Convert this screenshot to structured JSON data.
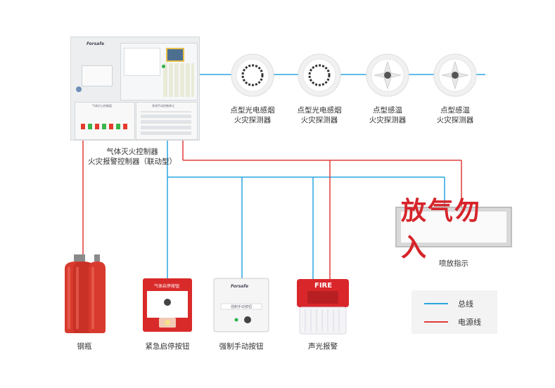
{
  "controller": {
    "label_line1": "气体灭火控制器",
    "label_line2": "火灾报警控制器（联动型）",
    "brand": "Forsafe",
    "zone_title_left": "气体灭火控制盘",
    "zone_title_right": "多线手动控制单元"
  },
  "detectors": [
    {
      "line1": "点型光电感烟",
      "line2": "火灾探测器"
    },
    {
      "line1": "点型光电感烟",
      "line2": "火灾探测器"
    },
    {
      "line1": "点型感温",
      "line2": "火灾探测器"
    },
    {
      "line1": "点型感温",
      "line2": "火灾探测器"
    }
  ],
  "sign": {
    "text": "放气勿入",
    "label": "喷放指示"
  },
  "devices": {
    "cylinders": "钢瓶",
    "emergency_button": {
      "label": "紧急启停按钮",
      "plate": "气体启停按钮"
    },
    "manual_button": {
      "label": "强制手动按钮",
      "brand": "Forsafe",
      "plate": "强制手动按钮"
    },
    "alarm": {
      "label": "声光报警",
      "plate": "FIRE"
    }
  },
  "legend": {
    "bus": {
      "label": "总线",
      "color": "#2aa6df"
    },
    "power": {
      "label": "电源线",
      "color": "#e23b3b"
    }
  }
}
